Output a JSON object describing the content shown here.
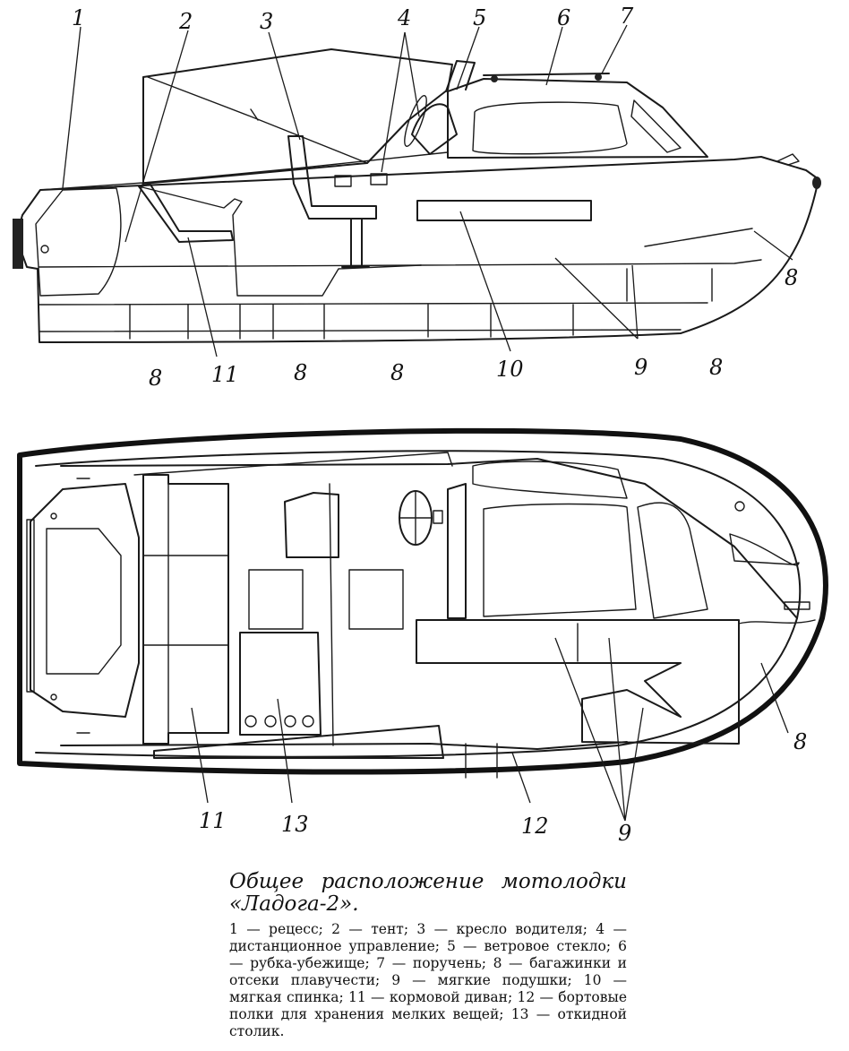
{
  "side_view": {
    "labels": [
      {
        "id": "1",
        "text": "1"
      },
      {
        "id": "2",
        "text": "2"
      },
      {
        "id": "3",
        "text": "3"
      },
      {
        "id": "4",
        "text": "4"
      },
      {
        "id": "5",
        "text": "5"
      },
      {
        "id": "6",
        "text": "6"
      },
      {
        "id": "7",
        "text": "7"
      },
      {
        "id": "8a",
        "text": "8"
      },
      {
        "id": "8b",
        "text": "8"
      },
      {
        "id": "8c",
        "text": "8"
      },
      {
        "id": "8d",
        "text": "8"
      },
      {
        "id": "8e",
        "text": "8"
      },
      {
        "id": "9",
        "text": "9"
      },
      {
        "id": "10",
        "text": "10"
      },
      {
        "id": "11",
        "text": "11"
      }
    ]
  },
  "top_view": {
    "labels": [
      {
        "id": "8",
        "text": "8"
      },
      {
        "id": "9",
        "text": "9"
      },
      {
        "id": "11",
        "text": "11"
      },
      {
        "id": "12",
        "text": "12"
      },
      {
        "id": "13",
        "text": "13"
      }
    ]
  },
  "caption": {
    "title": "Общее расположение мотолодки «Ладога-2».",
    "body": "1 — рецесс; 2 — тент; 3 — кресло водителя; 4 — дистанционное управление; 5 — ветровое стекло; 6 — рубка-убежище; 7 — поручень; 8 — багажинки и отсеки плавучести; 9 — мягкие подушки; 10 — мягкая спинка; 11 — кормовой диван; 12 — бортовые полки для хранения мелких вещей; 13 — откидной столик."
  }
}
